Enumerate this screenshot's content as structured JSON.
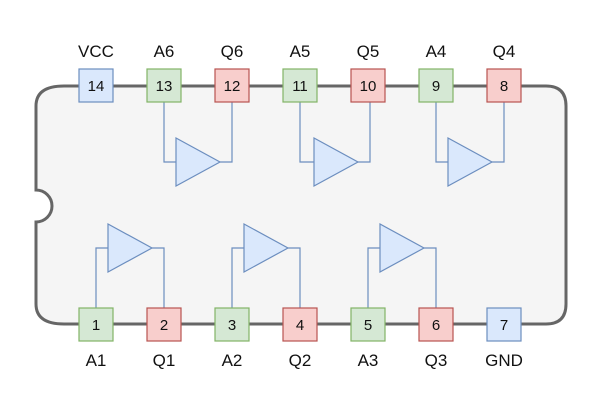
{
  "colors": {
    "chip_fill": "#f5f5f5",
    "chip_stroke": "#666666",
    "input_fill": "#d5e8d4",
    "input_stroke": "#82b366",
    "output_fill": "#f8cecc",
    "output_stroke": "#b85450",
    "power_fill": "#dae8fc",
    "power_stroke": "#6c8ebf",
    "buffer_fill": "#dae8fc",
    "buffer_stroke": "#6c8ebf"
  },
  "pins": {
    "p1": {
      "number": "1",
      "label": "A1",
      "type": "input"
    },
    "p2": {
      "number": "2",
      "label": "Q1",
      "type": "output"
    },
    "p3": {
      "number": "3",
      "label": "A2",
      "type": "input"
    },
    "p4": {
      "number": "4",
      "label": "Q2",
      "type": "output"
    },
    "p5": {
      "number": "5",
      "label": "A3",
      "type": "input"
    },
    "p6": {
      "number": "6",
      "label": "Q3",
      "type": "output"
    },
    "p7": {
      "number": "7",
      "label": "GND",
      "type": "power"
    },
    "p8": {
      "number": "8",
      "label": "Q4",
      "type": "output"
    },
    "p9": {
      "number": "9",
      "label": "A4",
      "type": "input"
    },
    "p10": {
      "number": "10",
      "label": "Q5",
      "type": "output"
    },
    "p11": {
      "number": "11",
      "label": "A5",
      "type": "input"
    },
    "p12": {
      "number": "12",
      "label": "Q6",
      "type": "output"
    },
    "p13": {
      "number": "13",
      "label": "A6",
      "type": "input"
    },
    "p14": {
      "number": "14",
      "label": "VCC",
      "type": "power"
    }
  },
  "buffers": [
    {
      "input_pin": "p1",
      "output_pin": "p2"
    },
    {
      "input_pin": "p3",
      "output_pin": "p4"
    },
    {
      "input_pin": "p5",
      "output_pin": "p6"
    },
    {
      "input_pin": "p9",
      "output_pin": "p8"
    },
    {
      "input_pin": "p11",
      "output_pin": "p10"
    },
    {
      "input_pin": "p13",
      "output_pin": "p12"
    }
  ]
}
